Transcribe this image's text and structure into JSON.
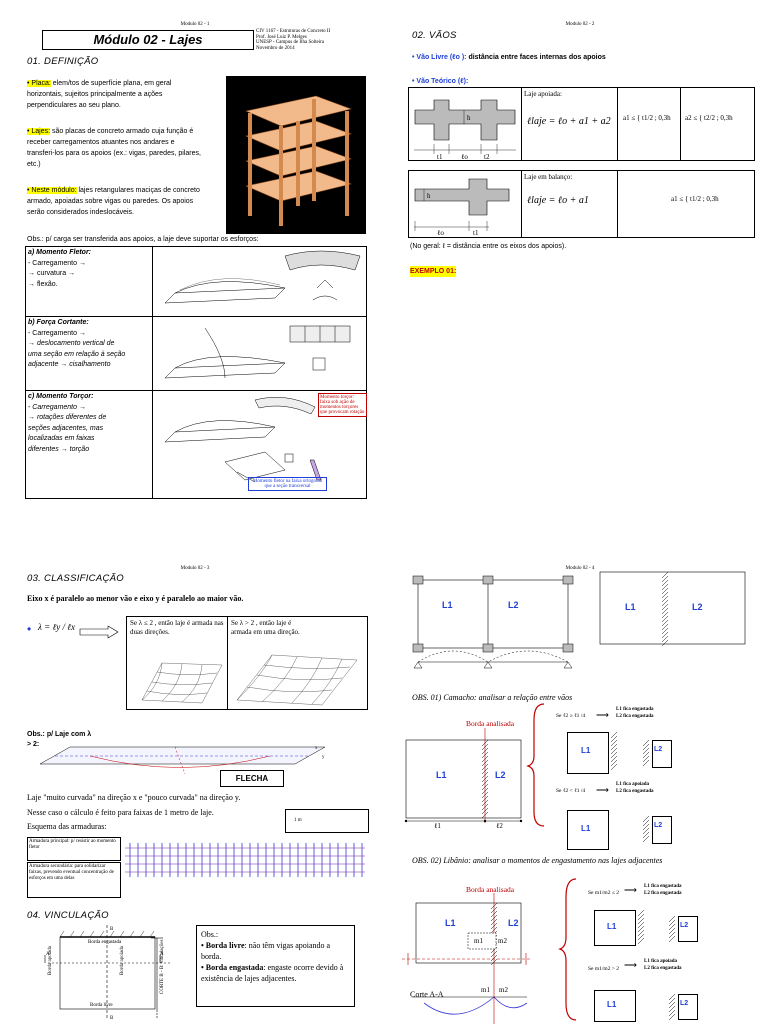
{
  "p1": {
    "header": "Modulo 02 - 1",
    "title": "Módulo 02  - Lajes",
    "course": [
      "CIV 1167 - Estruturas de Concreto II",
      "Prof. José Luiz P. Melges",
      "UNESP - Campus de Ilha Solteira",
      "Novembro de 2014"
    ],
    "section": "01. DEFINIÇÃO",
    "placa_key": "• Placa:",
    "placa_text": " elem/tos de superfície plana, em geral horizontais, sujeitos principalmente a ações perpendiculares ao seu plano.",
    "lajes_key": "• Lajes:",
    "lajes_text": " são placas de concreto armado cuja função é receber carregamentos atuantes nos andares e transferi-los para os apoios (ex.: vigas, paredes, pilares, etc.)",
    "modulo_key": "• Neste módulo:",
    "modulo_text": " lajes retangulares maciças de concreto armado, apoiadas sobre vigas ou paredes. Os apoios serão considerados indeslocáveis.",
    "obs": "Obs.: p/ carga ser transferida aos apoios, a laje deve suportar os esforços:",
    "rows": [
      {
        "title": "a) Momento Fletor:",
        "lines": [
          "- Carregamento →",
          "→ curvatura →",
          "→ flexão."
        ]
      },
      {
        "title": "b) Força Cortante:",
        "lines": [
          "- Carregamento →",
          "→ deslocamento vertical de",
          "uma seção em relação à seção",
          "adjacente → cisalhamento"
        ]
      },
      {
        "title": "c) Momento Torçor:",
        "lines": [
          "- Carregamento →",
          "→ rotações diferentes de",
          "seções adjacentes, mas",
          "localizadas em faixas",
          "diferentes → torção"
        ]
      }
    ],
    "note_red": "Momento torçor: faixa sob ação de momentos torçores que provocam rotação",
    "note_blue": "Momento fletor na faixa ortogonal que a seção transversal"
  },
  "p2": {
    "header": "Modulo 02 - 2",
    "section": "02. VÃOS",
    "livre_key": "• Vão Livre (ℓo ):",
    "livre_text": " distância entre faces internas dos apoios",
    "teorico": "• Vão Teórico (ℓ):",
    "apoiada_label": "Laje apoiada:",
    "apoiada_formula": "ℓlaje = ℓo + a1 + a2",
    "a1_formula": "a1 ≤ { t1/2 ; 0,3h",
    "a2_formula": "a2 ≤ { t2/2 ; 0,3h",
    "balanco_label": "Laje em balanço:",
    "balanco_formula": "ℓlaje = ℓo + a1",
    "a1b_formula": "a1 ≤ { t1/2 ; 0,3h",
    "nogeral": "(No geral: ℓ = distância entre os eixos dos apoios).",
    "exemplo": "EXEMPLO 01:"
  },
  "p3": {
    "header": "Modulo 02 - 3",
    "section": "03. CLASSIFICAÇÃO",
    "eixos": "Eixo x é paralelo ao menor vão   e   eixo y é paralelo ao maior vão.",
    "lambda": "λ = ℓy / ℓx",
    "case1": "Se λ ≤ 2 , então laje é armada nas duas direções.",
    "case2": "Se λ > 2 , então laje é armada em uma direção.",
    "obs_laje": "Obs.: p/ Laje com λ > 2:",
    "flecha": "FLECHA",
    "curvada": "Laje \"muito curvada\" na direção x   e   \"pouco curvada\" na direção y.",
    "calculo": "Nesse caso o cálculo é feito para faixas de 1 metro de laje.",
    "esquema": "Esquema das armaduras:",
    "arm_principal": "Armadura principal: p/ resistir ao momento fletor",
    "arm_secundaria": "Armadura secundária: para solidarizar faixas, prevendo eventual concentração de esforços em uma delas",
    "section4": "04. VINCULAÇÃO",
    "borda_engastada": "Borda engastada",
    "borda_apoiada": "Borda apoiada",
    "borda_livre": "Borda livre",
    "corte": "CORTE B - B: vinculações",
    "obs_title": "Obs.:",
    "obs_livre_key": "• Borda livre",
    "obs_livre": ": não têm vigas apoiando a borda.",
    "obs_eng_key": "• Borda engastada",
    "obs_eng": ": engaste ocorre devido à existência de lajes adjacentes.",
    "m1": "1 m"
  },
  "p4": {
    "header": "Modulo 02 - 4",
    "L1": "L1",
    "L2": "L2",
    "obs1": "OBS. 01) Camacho: analisar a relação entre vãos",
    "borda_analisada": "Borda analisada",
    "cond1": "Se ℓ2 ≥ ℓ1 /4",
    "cond1_res": [
      "L1 fica engastada",
      "L2 fica engastada"
    ],
    "cond2": "Se ℓ2 < ℓ1 /4",
    "cond2_res": [
      "L1 fica apoiada",
      "L2 fica engastada"
    ],
    "obs2": "OBS. 02) Libânio: analisar o momentos de engastamento nas lajes adjacentes",
    "cond3": "Se m1/m2 ≤ 2",
    "cond3_res": [
      "L1 fica engastada",
      "L2 fica engastada"
    ],
    "cond4": "Se m1/m2 > 2",
    "cond4_res": [
      "L1 fica apoiada",
      "L2 fica engastada"
    ],
    "corte": "Corte A-A",
    "l1": "ℓ1",
    "l2": "ℓ2",
    "m1": "m1",
    "m2": "m2"
  },
  "colors": {
    "highlight": "#ffff00",
    "blue": "#1f3fd8",
    "red": "#c00000",
    "slab": "#c0504d"
  }
}
